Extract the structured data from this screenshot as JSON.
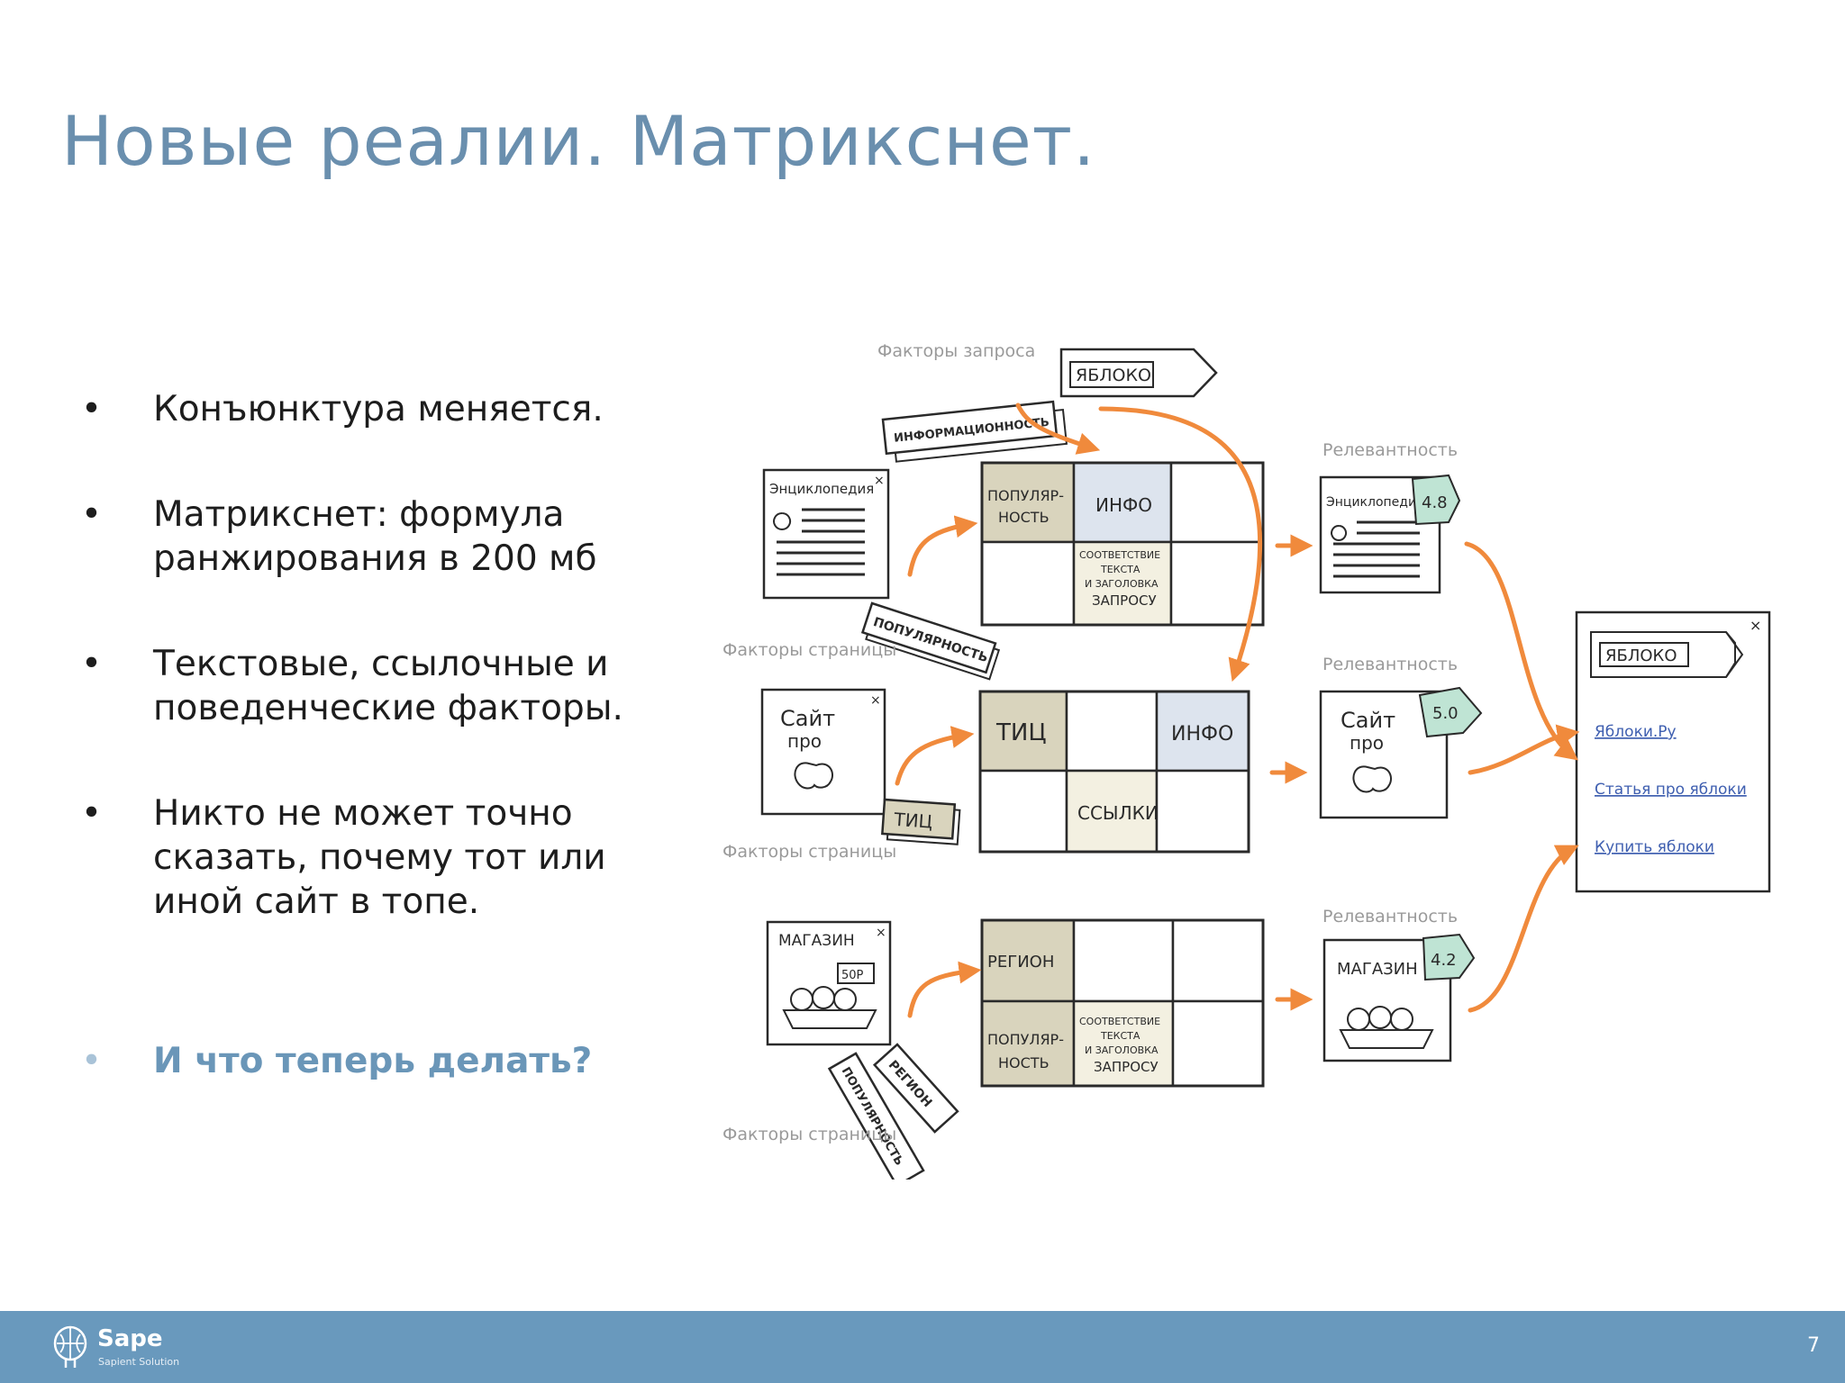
{
  "slide": {
    "title": "Новые реалии. Матрикснет.",
    "bullet_marker": "•",
    "bullets": [
      {
        "text": "Конъюнктура меняется."
      },
      {
        "text": "Матрикснет: формула ранжирования в 200 мб"
      },
      {
        "text": "Текстовые, ссылочные и поведенческие факторы."
      },
      {
        "text": "Никто не может точно сказать, почему тот или иной сайт в топе."
      }
    ],
    "accent_bullet": "И что теперь делать?",
    "accent_color": "#6a96b8",
    "title_color": "#6a8fae"
  },
  "diagram": {
    "query_factors_label": "Факторы запроса",
    "query_tag": "ЯБЛОКО",
    "query_factor_tag": "ИНФОРМАЦИОННОСТЬ",
    "page_factors_label": "Факторы страницы",
    "relevance_label": "Релевантность",
    "close_mark": "×",
    "rows": [
      {
        "doc_lines": [
          "Энциклопедия"
        ],
        "doc_tag": "ПОПУЛЯРНОСТЬ",
        "puzzle_pieces": [
          "ПОПУЛЯР-",
          "НОСТЬ",
          "ИНФО",
          "СООТВЕТСТВИЕ",
          "ТЕКСТА",
          "И ЗАГОЛОВКА",
          "ЗАПРОСУ"
        ],
        "result_doc_lines": [
          "Энциклопедия"
        ],
        "score": "4.8"
      },
      {
        "doc_lines": [
          "Сайт",
          "про"
        ],
        "doc_tag": "ТИЦ",
        "puzzle_pieces": [
          "ТИЦ",
          "ИНФО",
          "ССЫЛКИ"
        ],
        "result_doc_lines": [
          "Сайт",
          "про"
        ],
        "score": "5.0"
      },
      {
        "doc_lines": [
          "МАГАЗИН"
        ],
        "doc_tag": "РЕГИОН",
        "doc_tag_2": "ПОПУЛЯРНОСТЬ",
        "price_tag": "50Р",
        "puzzle_pieces": [
          "РЕГИОН",
          "ПОПУЛЯР-",
          "НОСТЬ",
          "СООТВЕТСТВИЕ",
          "ТЕКСТА",
          "И ЗАГОЛОВКА",
          "ЗАПРОСУ"
        ],
        "result_doc_lines": [
          "МАГАЗИН"
        ],
        "score": "4.2"
      }
    ],
    "serp": {
      "query": "ЯБЛОКО",
      "links": [
        "Яблоки.Ру",
        "Статья про яблоки",
        "Купить яблоки"
      ]
    },
    "colors": {
      "arrow": "#f08a3c",
      "puzzle_khaki": "#d9d4bd",
      "puzzle_blue": "#dde4ee",
      "puzzle_cream": "#f3f0e1",
      "score_green": "#bfe4d4",
      "link_blue": "#3f5fb0",
      "label_gray": "#9a9a9a",
      "ink": "#2a2a2a"
    }
  },
  "footer": {
    "brand": "Sape",
    "tagline": "Sapient Solution",
    "page_number": "7",
    "bar_color": "#6999bd"
  }
}
